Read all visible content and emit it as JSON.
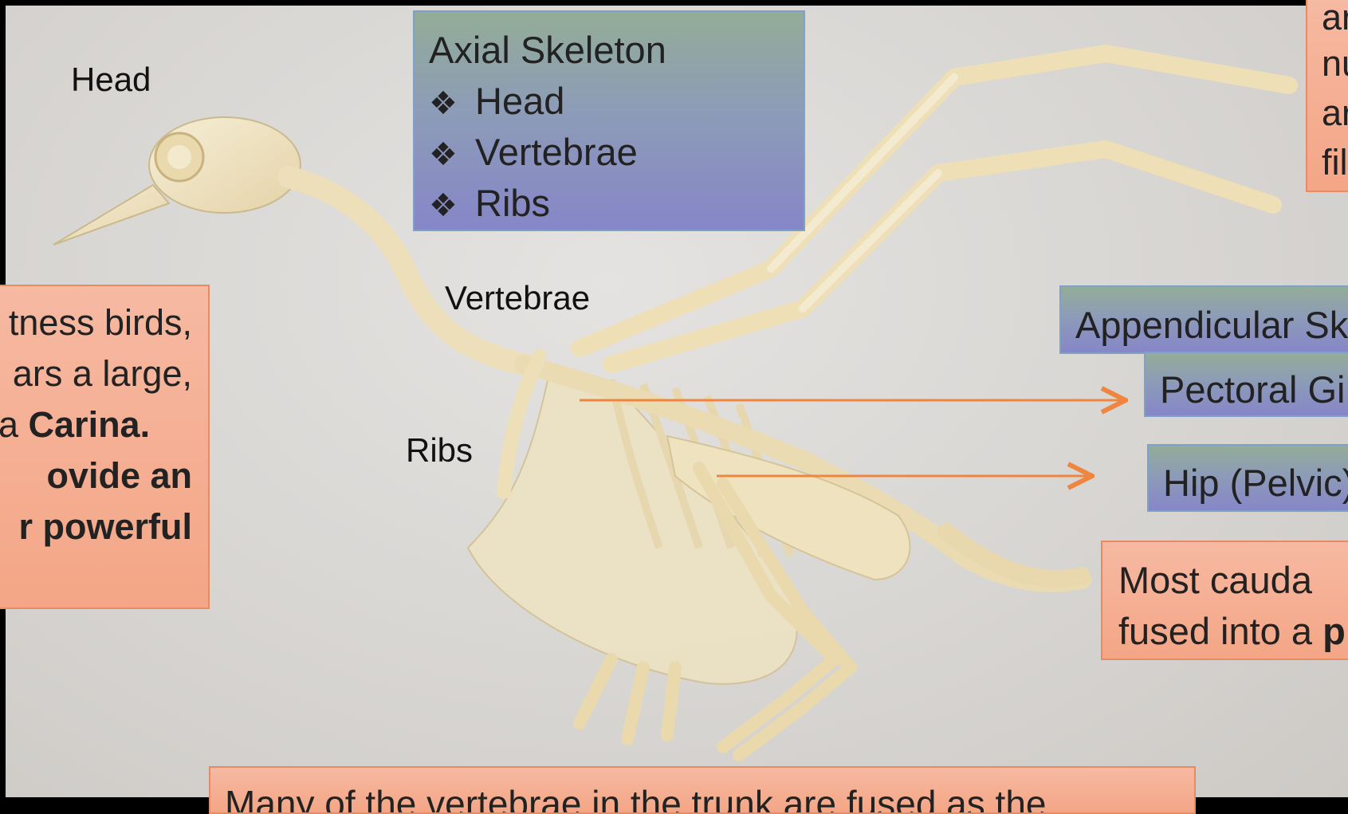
{
  "labels": {
    "head": "Head",
    "vertebrae": "Vertebrae",
    "ribs": "Ribs"
  },
  "axial_box": {
    "title": "Axial Skeleton",
    "bullet_icon": "diamond-cross-icon",
    "bullet_glyph": "❖",
    "items": [
      "Head",
      "Vertebrae",
      "Ribs"
    ]
  },
  "left_box": {
    "lines": [
      {
        "text": "tness  birds,"
      },
      {
        "text": "ars a large,"
      },
      {
        "prefix": "a ",
        "bold": "Carina."
      },
      {
        "bold": "ovide    an"
      },
      {
        "bold": "r  powerful"
      }
    ]
  },
  "top_right_box": {
    "fragments": [
      "ar",
      "nu",
      "ar",
      "fil"
    ]
  },
  "appendicular_box": {
    "text": "Appendicular Sk"
  },
  "pectoral_box": {
    "text": "Pectoral Gi"
  },
  "hip_box": {
    "text": "Hip (Pelvic)"
  },
  "caudal_box": {
    "line1": "Most    cauda",
    "line2_prefix": "fused into a ",
    "line2_bold": "p"
  },
  "bottom_box": {
    "text": "Many  of  the  vertebrae  in  the  trunk  are  fused  as  the"
  },
  "colors": {
    "arrow": "#ee8540",
    "orange_box": "#f5ae92",
    "blue_box_top": "#93ad98",
    "blue_box_bottom": "#8686c8",
    "bone": "#f1e7c8"
  }
}
